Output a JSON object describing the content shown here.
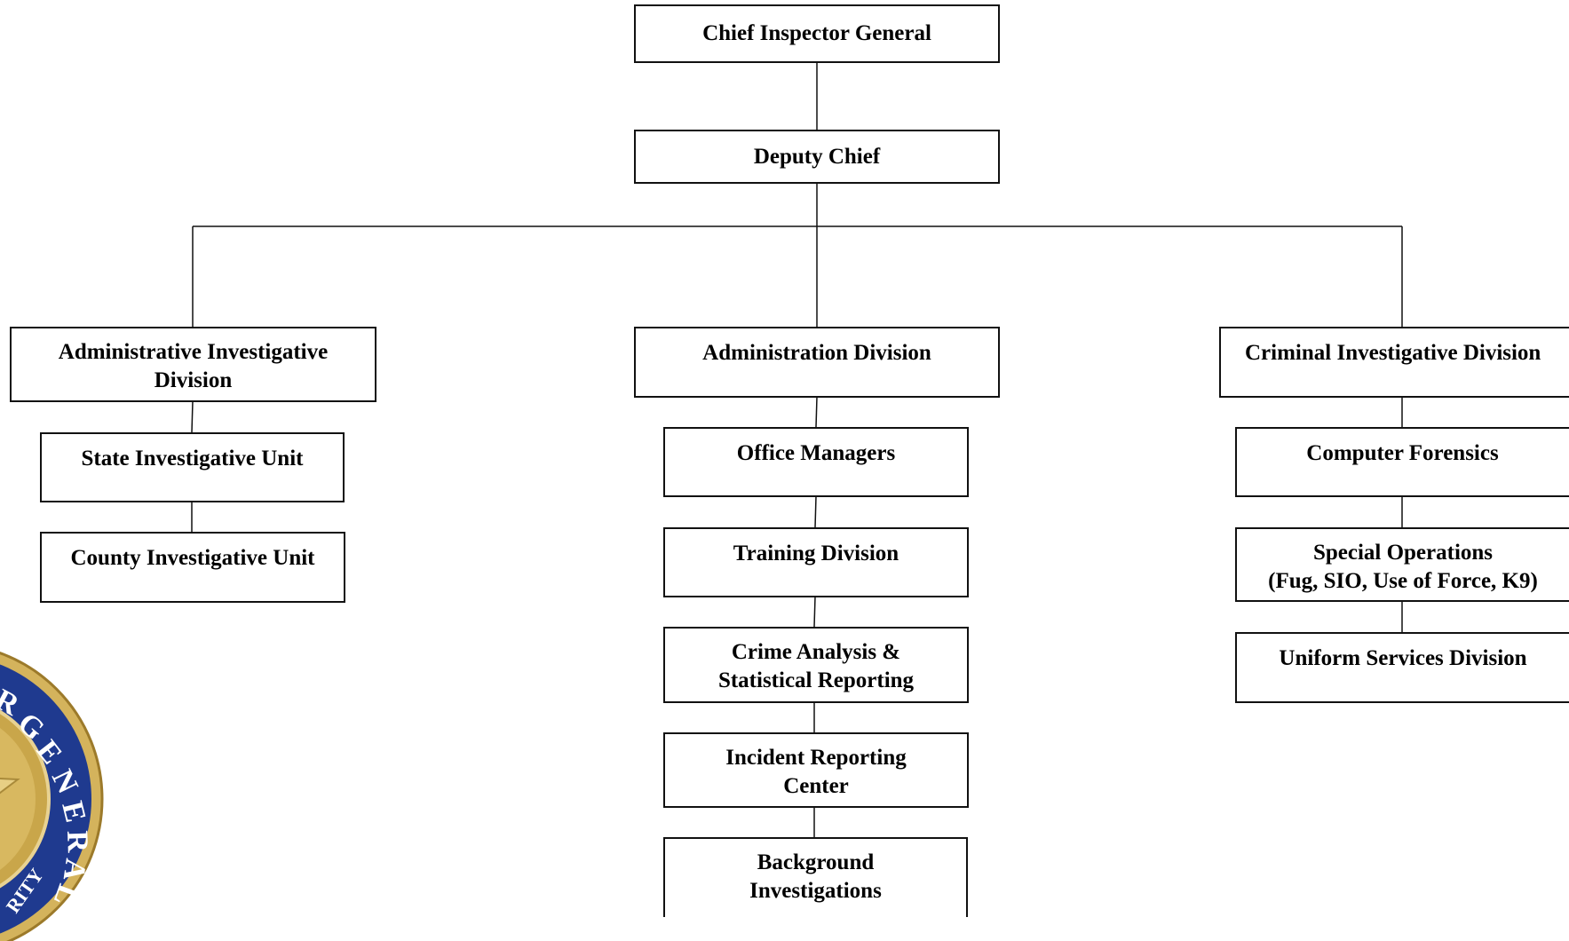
{
  "colors": {
    "line": "#111111",
    "box_border": "#111111",
    "seal_blue": "#1f3a8f",
    "seal_gold": "#c9a64a"
  },
  "org_chart": {
    "chief": "Chief Inspector General",
    "deputy": "Deputy Chief",
    "divisions": {
      "administrative_investigative": {
        "title": "Administrative Investigative\nDivision",
        "units": [
          "State Investigative Unit",
          "County Investigative Unit"
        ]
      },
      "administration": {
        "title": "Administration Division",
        "units": [
          "Office Managers",
          "Training Division",
          "Crime Analysis &\nStatistical Reporting",
          "Incident Reporting\nCenter",
          "Background\nInvestigations"
        ]
      },
      "criminal_investigative": {
        "title": "Criminal Investigative Division",
        "units": [
          "Computer Forensics",
          "Special Operations\n(Fug, SIO, Use of Force, K9)",
          "Uniform Services Division"
        ]
      }
    }
  },
  "seal": {
    "text_top": "R GENERAL",
    "text_bottom": "RITY"
  }
}
